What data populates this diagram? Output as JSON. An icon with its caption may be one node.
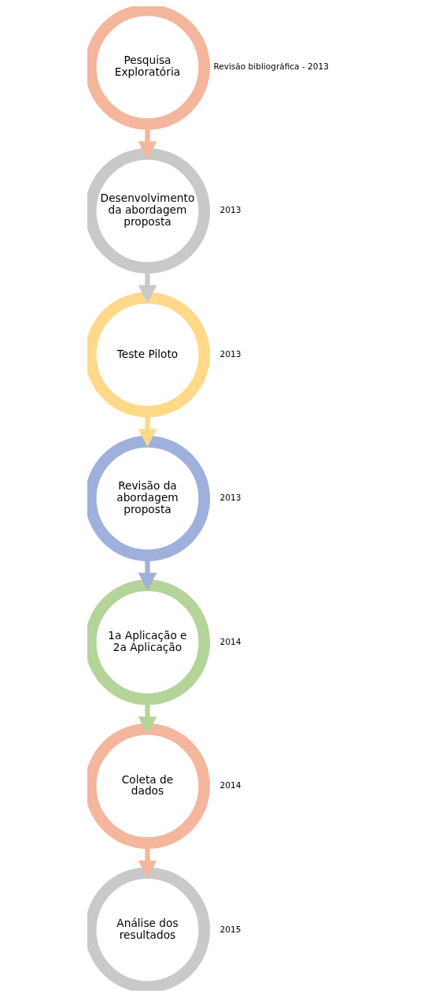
{
  "diagram": {
    "nodes": [
      {
        "text": [
          "Pesquisa Exploratória"
        ],
        "beside": [
          "Revisão bibliográfica - 2013"
        ]
      },
      {
        "text": [
          "Desenvolvimento da abordagem proposta"
        ],
        "beside": [
          "2013"
        ]
      },
      {
        "text": [
          "Teste Piloto"
        ],
        "beside": [
          "2013"
        ]
      },
      {
        "text": [
          "Revisão da abordagem proposta"
        ],
        "beside": [
          "2013"
        ]
      },
      {
        "text": [
          "1a Aplicação e 2a Aplicação"
        ],
        "beside": [
          "2014"
        ]
      },
      {
        "text": [
          "Coleta de dados"
        ],
        "beside": [
          "2014"
        ]
      },
      {
        "text": [
          "Análise dos resultados"
        ],
        "beside": [
          "2015"
        ]
      }
    ],
    "edges": [
      {
        "from": 0,
        "to": 1,
        "arrow": "to"
      },
      {
        "from": 1,
        "to": 2,
        "arrow": "to"
      },
      {
        "from": 2,
        "to": 3,
        "arrow": "to"
      },
      {
        "from": 3,
        "to": 4,
        "arrow": "to"
      },
      {
        "from": 4,
        "to": 5,
        "arrow": "to"
      },
      {
        "from": 5,
        "to": 6,
        "arrow": "to"
      }
    ]
  }
}
